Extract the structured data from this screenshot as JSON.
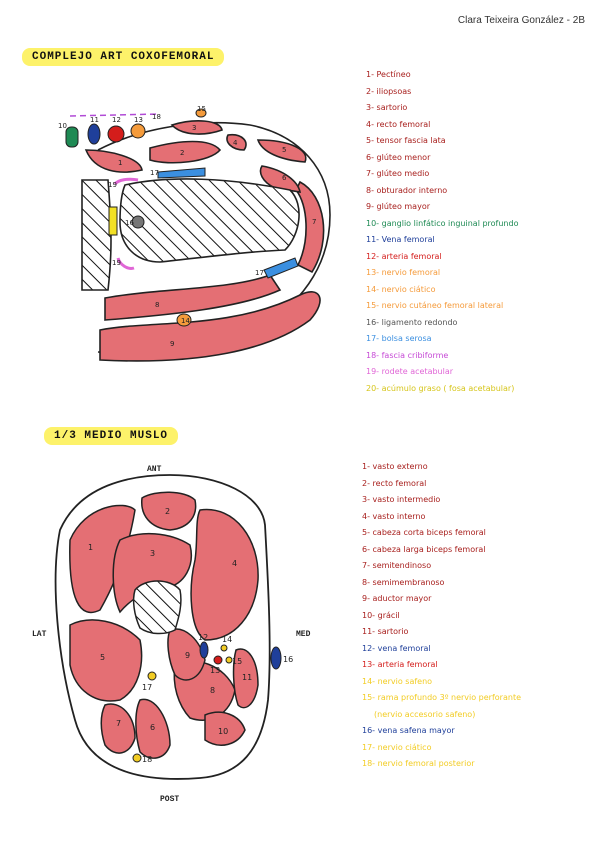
{
  "author": "Clara Teixeira González - 2B",
  "colors": {
    "muscle": "#e46f74",
    "dark_red": "#a8201e",
    "nerve_yellow": "#f2cc24",
    "vein_blue": "#1f3f9a",
    "artery_red": "#d41d1b",
    "orange": "#f59b3b",
    "teal": "#1e8a54",
    "pink": "#e066d6",
    "light_blue": "#3b8fe0",
    "gray": "#777777"
  },
  "section1": {
    "title": "COMPLEJO ART COXOFEMORAL",
    "legend": [
      {
        "text": "1- Pectíneo",
        "color": "#a8201e"
      },
      {
        "text": "2- iliopsoas",
        "color": "#a8201e"
      },
      {
        "text": "3- sartorio",
        "color": "#a8201e"
      },
      {
        "text": "4- recto femoral",
        "color": "#a8201e"
      },
      {
        "text": "5- tensor fascia lata",
        "color": "#a8201e"
      },
      {
        "text": "6- glúteo menor",
        "color": "#a8201e"
      },
      {
        "text": "7- glúteo medio",
        "color": "#a8201e"
      },
      {
        "text": "8- obturador interno",
        "color": "#a8201e"
      },
      {
        "text": "9- glúteo mayor",
        "color": "#a8201e"
      },
      {
        "text": "10- ganglio linfático inguinal profundo",
        "color": "#1e8a54"
      },
      {
        "text": "11- Vena femoral",
        "color": "#1f3f9a"
      },
      {
        "text": "12- arteria femoral",
        "color": "#d41d1b"
      },
      {
        "text": "13- nervio femoral",
        "color": "#f59b3b"
      },
      {
        "text": "14- nervio ciático",
        "color": "#f59b3b"
      },
      {
        "text": "15- nervio cutáneo femoral lateral",
        "color": "#f59b3b"
      },
      {
        "text": "16- ligamento redondo",
        "color": "#555555"
      },
      {
        "text": "17- bolsa serosa",
        "color": "#3b8fe0"
      },
      {
        "text": "18- fascia cribiforme",
        "color": "#c64ad6"
      },
      {
        "text": "19- rodete acetabular",
        "color": "#e066d6"
      },
      {
        "text": "20- acúmulo graso ( fosa acetabular)",
        "color": "#d6c51a"
      }
    ],
    "labels": {
      "n1": "1",
      "n2": "2",
      "n3": "3",
      "n4": "4",
      "n5": "5",
      "n6": "6",
      "n7": "7",
      "n8": "8",
      "n9": "9",
      "n10": "10",
      "n11": "11",
      "n12": "12",
      "n13": "13",
      "n14": "14",
      "n15": "15",
      "n16": "16",
      "n17": "17",
      "n17b": "17",
      "n18": "18",
      "n19": "19",
      "n19b": "19"
    }
  },
  "section2": {
    "title": "1/3 MEDIO MUSLO",
    "orientation": {
      "ant": "ANT",
      "post": "POST",
      "lat": "LAT",
      "med": "MED"
    },
    "legend": [
      {
        "text": "1- vasto externo",
        "color": "#a8201e"
      },
      {
        "text": "2- recto femoral",
        "color": "#a8201e"
      },
      {
        "text": "3- vasto intermedio",
        "color": "#a8201e"
      },
      {
        "text": "4- vasto interno",
        "color": "#a8201e"
      },
      {
        "text": "5- cabeza corta biceps femoral",
        "color": "#a8201e"
      },
      {
        "text": "6- cabeza larga biceps femoral",
        "color": "#a8201e"
      },
      {
        "text": "7- semitendinoso",
        "color": "#a8201e"
      },
      {
        "text": "8- semimembranoso",
        "color": "#a8201e"
      },
      {
        "text": "9- aductor mayor",
        "color": "#a8201e"
      },
      {
        "text": "10- grácil",
        "color": "#a8201e"
      },
      {
        "text": "11- sartorio",
        "color": "#a8201e"
      },
      {
        "text": "12- vena femoral",
        "color": "#1f3f9a"
      },
      {
        "text": "13- arteria femoral",
        "color": "#d41d1b"
      },
      {
        "text": "14- nervio safeno",
        "color": "#f2cc24"
      },
      {
        "text": "15- rama profundo 3º nervio perforante",
        "color": "#f2cc24"
      },
      {
        "text": "(nervio accesorio safeno)",
        "color": "#f2cc24",
        "sub": true
      },
      {
        "text": "16- vena safena mayor",
        "color": "#1f3f9a"
      },
      {
        "text": "17- nervio ciático",
        "color": "#f2cc24"
      },
      {
        "text": "18- nervio femoral posterior",
        "color": "#f2cc24"
      }
    ],
    "labels": {
      "n1": "1",
      "n2": "2",
      "n3": "3",
      "n4": "4",
      "n5": "5",
      "n6": "6",
      "n7": "7",
      "n8": "8",
      "n9": "9",
      "n10": "10",
      "n11": "11",
      "n12": "12",
      "n13": "13",
      "n14": "14",
      "n15": "15",
      "n16": "16",
      "n17": "17",
      "n18": "18"
    }
  }
}
